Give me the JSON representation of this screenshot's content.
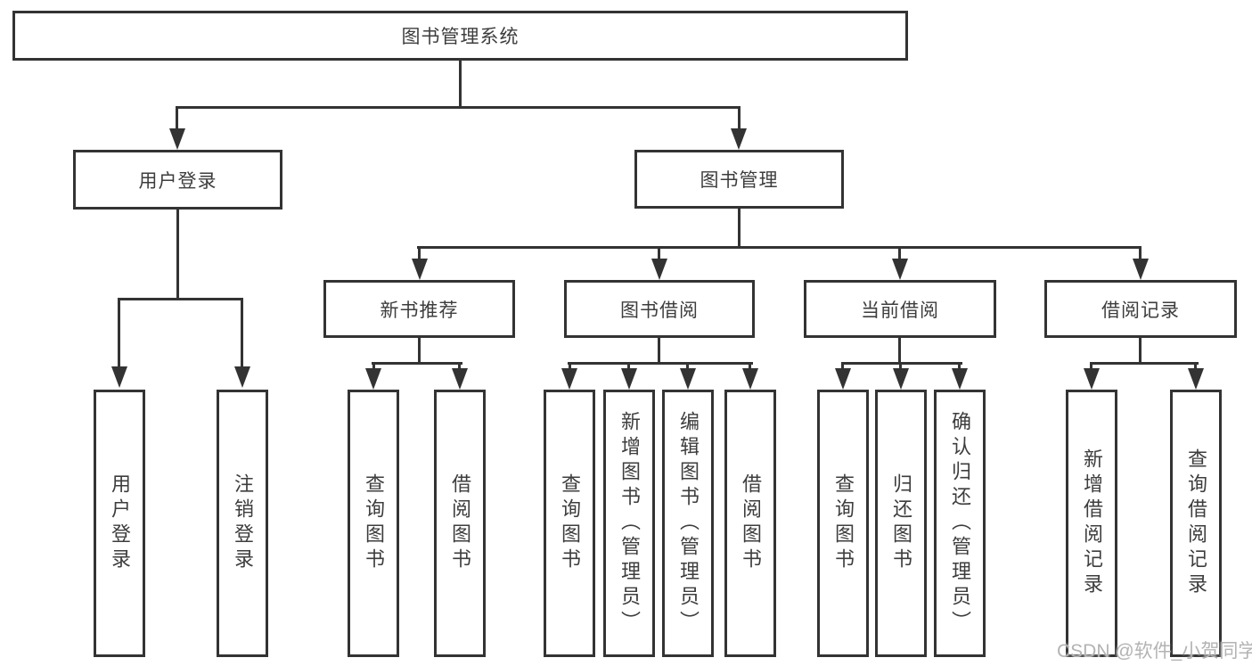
{
  "diagram": {
    "type": "hierarchy-tree",
    "root": {
      "label": "图书管理系统"
    },
    "branches": [
      {
        "label": "用户登录",
        "children": [
          {
            "label": "用户登录"
          },
          {
            "label": "注销登录"
          }
        ]
      },
      {
        "label": "图书管理",
        "children": [
          {
            "label": "新书推荐",
            "children": [
              {
                "label": "查询图书"
              },
              {
                "label": "借阅图书"
              }
            ]
          },
          {
            "label": "图书借阅",
            "children": [
              {
                "label": "查询图书"
              },
              {
                "label": "新增图书（管理员）"
              },
              {
                "label": "编辑图书（管理员）"
              },
              {
                "label": "借阅图书"
              }
            ]
          },
          {
            "label": "当前借阅",
            "children": [
              {
                "label": "查询图书"
              },
              {
                "label": "归还图书"
              },
              {
                "label": "确认归还（管理员）"
              }
            ]
          },
          {
            "label": "借阅记录",
            "children": [
              {
                "label": "新增借阅记录"
              },
              {
                "label": "查询借阅记录"
              }
            ]
          }
        ]
      }
    ]
  },
  "watermark": "CSDN @软件_小贺同学",
  "colors": {
    "line": "#333333",
    "text": "#3d3d3d",
    "watermark": "#b3b3b3",
    "background": "#ffffff"
  }
}
